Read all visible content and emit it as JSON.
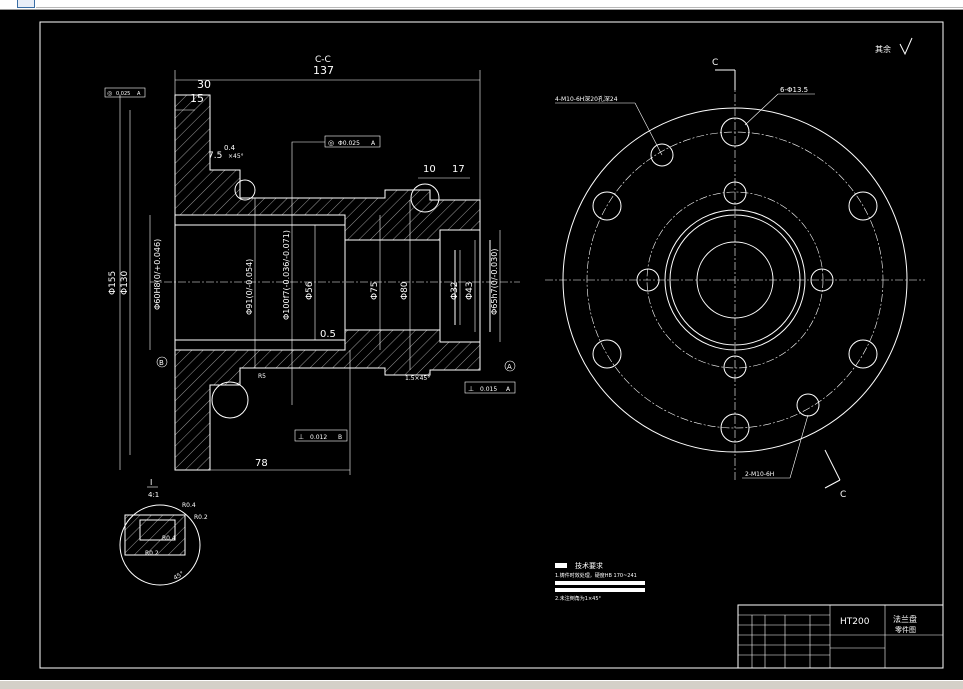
{
  "drawing": {
    "roughness_symbol": "其余",
    "section_label": "C-C",
    "dims_top": {
      "overall": "137",
      "flange": "30",
      "step": "15"
    },
    "dims_small": [
      "7.5",
      "0.4",
      "×45°",
      "10",
      "17",
      "0.5"
    ],
    "diameters_left": [
      "Φ155",
      "Φ130",
      "Φ60H8(0/+0.046)"
    ],
    "diameters_mid": [
      "Φ91(0/-0.054)",
      "Φ100f7(-0.036/-0.071)",
      "Φ56",
      "Φ75",
      "Φ80",
      "Φ32",
      "Φ43",
      "Φ65h7(0/-0.030)"
    ],
    "dim_78": "78",
    "chamfer_note": "1.5×45°",
    "tolerances": [
      {
        "symbol": "◎",
        "value": "0.025",
        "datum": "A"
      },
      {
        "symbol": "◎",
        "value": "Φ0.025",
        "datum": "A"
      },
      {
        "symbol": "⊥",
        "value": "0.015",
        "datum": "A"
      },
      {
        "symbol": "⊥",
        "value": "0.012",
        "datum": "B"
      }
    ],
    "datum_labels": [
      "B",
      "A"
    ],
    "detail_labels": {
      "view": "I",
      "scale": "4:1",
      "r1": "R0.4",
      "r2": "R0.2",
      "r3": "R0.4",
      "r4": "R0.2",
      "angle": "45°"
    },
    "holes_top": "4-M10-6H深20孔深24",
    "holes_six": "6-Φ13.5",
    "holes_bottom": "2-M10-6H",
    "section_c": "C",
    "radius_note": "R5",
    "tech_title": "技术要求",
    "tech_notes": [
      "1.铸件时效处理，硬度HB 170~241",
      "2.未注倒角为1×45°"
    ],
    "title_block": {
      "material": "HT200",
      "part": "法兰盘",
      "type": "零件图"
    }
  }
}
